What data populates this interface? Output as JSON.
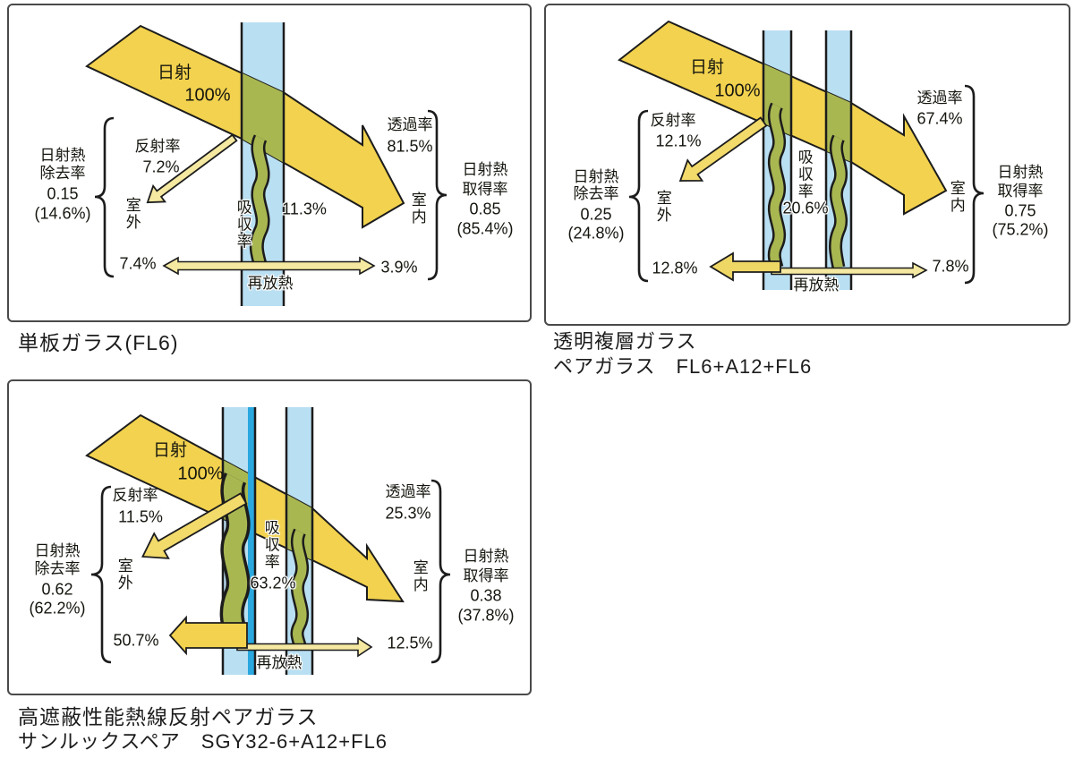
{
  "colors": {
    "arrow_yellow": "#F2D24E",
    "pale_yellow": "#F5E9A1",
    "glass_blue": "#B9DFF2",
    "absorb_olive": "#A9B751",
    "coating_cyan": "#29A7DE",
    "outline": "#1C1C1C"
  },
  "panels": [
    {
      "caption": "単板ガラス(FL6)",
      "caption2": "",
      "solar": "日射",
      "solar_pct": "100%",
      "reflect_label": "反射率",
      "reflect_pct": "7.2%",
      "transmit_label": "透過率",
      "transmit_pct": "81.5%",
      "absorb_label": "吸収率",
      "absorb_pct": "11.3%",
      "rerad_label": "再放熱",
      "rerad_out_pct": "7.4%",
      "rerad_in_pct": "3.9%",
      "outdoor": "室外",
      "indoor": "室内",
      "remove_label1": "日射熱",
      "remove_label2": "除去率",
      "remove_value": "0.15",
      "remove_pct": "(14.6%)",
      "gain_label1": "日射熱",
      "gain_label2": "取得率",
      "gain_value": "0.85",
      "gain_pct": "(85.4%)"
    },
    {
      "caption": "透明複層ガラス",
      "caption2": "ペアガラス　FL6+A12+FL6",
      "solar": "日射",
      "solar_pct": "100%",
      "reflect_label": "反射率",
      "reflect_pct": "12.1%",
      "transmit_label": "透過率",
      "transmit_pct": "67.4%",
      "absorb_label": "吸収率",
      "absorb_pct": "20.6%",
      "rerad_label": "再放熱",
      "rerad_out_pct": "12.8%",
      "rerad_in_pct": "7.8%",
      "outdoor": "室外",
      "indoor": "室内",
      "remove_label1": "日射熱",
      "remove_label2": "除去率",
      "remove_value": "0.25",
      "remove_pct": "(24.8%)",
      "gain_label1": "日射熱",
      "gain_label2": "取得率",
      "gain_value": "0.75",
      "gain_pct": "(75.2%)"
    },
    {
      "caption": "高遮蔽性能熱線反射ペアガラス",
      "caption2": "サンルックスペア　SGY32-6+A12+FL6",
      "solar": "日射",
      "solar_pct": "100%",
      "reflect_label": "反射率",
      "reflect_pct": "11.5%",
      "transmit_label": "透過率",
      "transmit_pct": "25.3%",
      "absorb_label": "吸収率",
      "absorb_pct": "63.2%",
      "rerad_label": "再放熱",
      "rerad_out_pct": "50.7%",
      "rerad_in_pct": "12.5%",
      "outdoor": "室外",
      "indoor": "室内",
      "remove_label1": "日射熱",
      "remove_label2": "除去率",
      "remove_value": "0.62",
      "remove_pct": "(62.2%)",
      "gain_label1": "日射熱",
      "gain_label2": "取得率",
      "gain_value": "0.38",
      "gain_pct": "(37.8%)"
    }
  ]
}
